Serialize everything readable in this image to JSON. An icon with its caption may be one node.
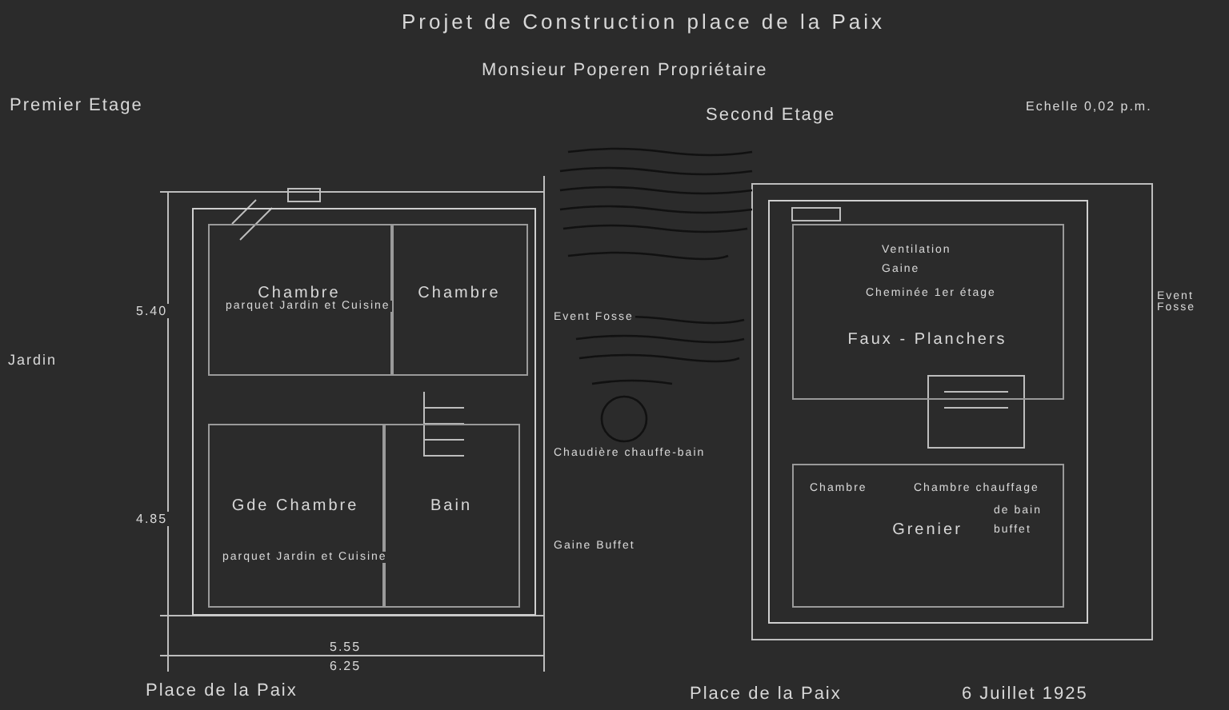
{
  "diagram": {
    "title": "Projet de Construction place de la Paix",
    "nodes": [
      {
        "text": [],
        "shape": "box"
      },
      {
        "text": [
          "Chambre"
        ],
        "in": 0
      },
      {
        "text": [
          "Chambre"
        ],
        "in": 0
      },
      {
        "text": [
          "Gde Chambre"
        ],
        "in": 0
      },
      {
        "text": [
          "Bain"
        ],
        "in": 0
      },
      {
        "text": [],
        "shape": "box"
      },
      {
        "text": [
          "Faux - Planchers"
        ],
        "in": 5
      },
      {
        "text": [
          "Grenier"
        ],
        "in": 5
      }
    ],
    "labels": [
      "Monsieur Poperen Propriétaire",
      "Premier Etage",
      "Second Etage",
      "Echelle 0,02 p.m.",
      "Jardin",
      "parquet Jardin et Cuisine",
      "Event Fosse",
      "Chaudière chauffe-bain",
      "Gaine Buffet",
      "parquet Jardin et Cuisine",
      "5.40",
      "4.85",
      "5.55",
      "6.25",
      "Place de la Paix",
      "Ventilation",
      "Gaine",
      "Cheminée 1er étage",
      "Event Fosse",
      "Chambre",
      "Chambre chauffage",
      "de bain",
      "buffet",
      "Place de la Paix",
      "6 Juillet 1925"
    ]
  }
}
